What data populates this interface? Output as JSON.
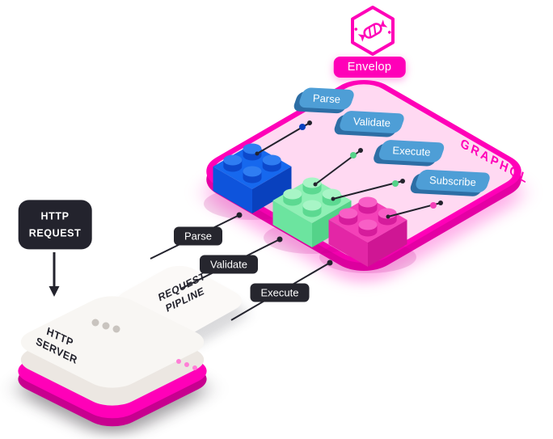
{
  "envelop": {
    "badge": "Envelop",
    "watermark": "GRAPHQL",
    "chips": [
      {
        "label": "Parse"
      },
      {
        "label": "Validate"
      },
      {
        "label": "Execute"
      },
      {
        "label": "Subscribe"
      }
    ]
  },
  "flow": {
    "steps": [
      "Parse",
      "Validate",
      "Execute"
    ]
  },
  "http_request": {
    "line1": "HTTP",
    "line2": "REQUEST"
  },
  "server": {
    "line1": "HTTP",
    "line2": "SERVER"
  },
  "pipeline": {
    "line1": "REQUEST",
    "line2": "PIPLINE"
  },
  "icons": {
    "logo": "hexagon-candy",
    "arrow": "arrow-down",
    "bricks": [
      "lego-brick-blue",
      "lego-brick-green",
      "lego-brick-pink"
    ]
  },
  "colors": {
    "magenta": "#ff00b8",
    "magenta-dark": "#c7008f",
    "magenta-deep": "#e400a4",
    "plane-pink": "#ffd9f2",
    "chip-blue": "#4e9ed6",
    "chip-blue-dark": "#2d6ea5",
    "ink": "#23232d",
    "pill-ink": "#26262e",
    "brick-blue-top": "#1668ee",
    "brick-blue-left": "#0e54dc",
    "brick-blue-right": "#0941be",
    "brick-blue-stud": "#2f7df2",
    "brick-blue-stud-side": "#0c49cc",
    "brick-green-top": "#8ff0b5",
    "brick-green-left": "#6ce49f",
    "brick-green-right": "#54d389",
    "brick-green-stud": "#a8f5c6",
    "brick-green-stud-side": "#5cd991",
    "brick-pink-top": "#f441b8",
    "brick-pink-left": "#e326a6",
    "brick-pink-right": "#cf1694",
    "brick-pink-stud": "#f85fc6",
    "brick-pink-stud-side": "#d61c9c",
    "server-top": "#f8f6f3",
    "server-side": "#ece7e2",
    "dot-gray": "#c9c4bf",
    "base-dot": "#ff7ed6"
  }
}
